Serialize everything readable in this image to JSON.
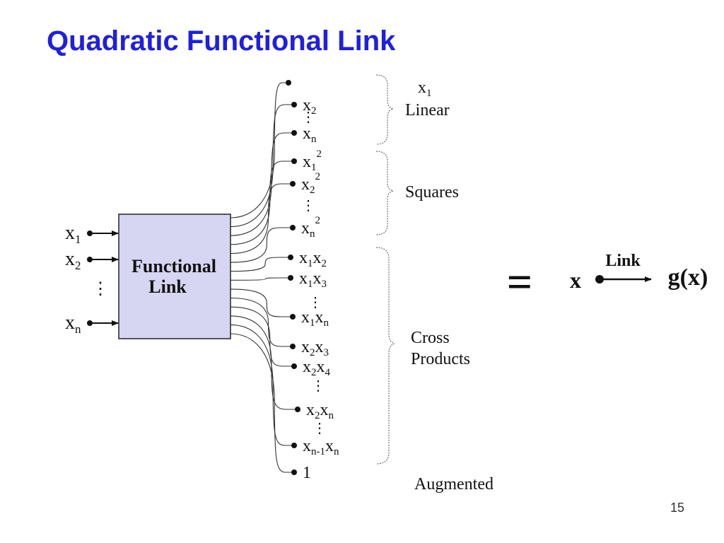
{
  "title": "Quadratic Functional Link",
  "page_number": "15",
  "box_label": [
    "Functional",
    "Link"
  ],
  "inputs": [
    {
      "base": "x",
      "sub": "1"
    },
    {
      "base": "x",
      "sub": "2"
    },
    {
      "base": "x",
      "sub": "n"
    }
  ],
  "input_ellipsis": "⋮",
  "outputs": [
    {
      "parts": [
        {
          "t": "",
          "k": "n"
        }
      ]
    },
    {
      "parts": [
        {
          "t": "x",
          "k": "n"
        },
        {
          "t": "2",
          "k": "sub"
        }
      ]
    },
    {
      "parts": [
        {
          "t": "x",
          "k": "n"
        },
        {
          "t": "n",
          "k": "sub"
        }
      ]
    },
    {
      "parts": [
        {
          "t": "x",
          "k": "n"
        },
        {
          "t": "1",
          "k": "sub"
        },
        {
          "t": "2",
          "k": "sup"
        }
      ]
    },
    {
      "parts": [
        {
          "t": "x",
          "k": "n"
        },
        {
          "t": "2",
          "k": "sub"
        },
        {
          "t": "2",
          "k": "sup"
        }
      ]
    },
    {
      "parts": [
        {
          "t": "x",
          "k": "n"
        },
        {
          "t": "n",
          "k": "sub"
        },
        {
          "t": "2",
          "k": "sup"
        }
      ]
    },
    {
      "parts": [
        {
          "t": "x",
          "k": "n"
        },
        {
          "t": "1",
          "k": "sub"
        },
        {
          "t": "x",
          "k": "n"
        },
        {
          "t": "2",
          "k": "sub"
        }
      ]
    },
    {
      "parts": [
        {
          "t": "x",
          "k": "n"
        },
        {
          "t": "1",
          "k": "sub"
        },
        {
          "t": "x",
          "k": "n"
        },
        {
          "t": "3",
          "k": "sub"
        }
      ]
    },
    {
      "parts": [
        {
          "t": "x",
          "k": "n"
        },
        {
          "t": "1",
          "k": "sub"
        },
        {
          "t": "x",
          "k": "n"
        },
        {
          "t": "n",
          "k": "sub"
        }
      ]
    },
    {
      "parts": [
        {
          "t": "x",
          "k": "n"
        },
        {
          "t": "2",
          "k": "sub"
        },
        {
          "t": "x",
          "k": "n"
        },
        {
          "t": "3",
          "k": "sub"
        }
      ]
    },
    {
      "parts": [
        {
          "t": "x",
          "k": "n"
        },
        {
          "t": "2",
          "k": "sub"
        },
        {
          "t": "x",
          "k": "n"
        },
        {
          "t": "4",
          "k": "sub"
        }
      ]
    },
    {
      "parts": [
        {
          "t": "x",
          "k": "n"
        },
        {
          "t": "2",
          "k": "sub"
        },
        {
          "t": "x",
          "k": "n"
        },
        {
          "t": "n",
          "k": "sub"
        }
      ]
    },
    {
      "parts": [
        {
          "t": "x",
          "k": "n"
        },
        {
          "t": "n-1",
          "k": "sub"
        },
        {
          "t": "x",
          "k": "n"
        },
        {
          "t": "n",
          "k": "sub"
        }
      ]
    },
    {
      "parts": [
        {
          "t": "1",
          "k": "n"
        }
      ]
    }
  ],
  "output_ellipsis": "⋮",
  "groups": {
    "linear_x1": {
      "base": "x",
      "sub": "1"
    },
    "linear": "Linear",
    "squares": "Squares",
    "cross": [
      "Cross",
      "Products"
    ],
    "augmented": "Augmented"
  },
  "equivalence": {
    "equals": "=",
    "input": "x",
    "link_label": "Link",
    "output": "g(x)"
  }
}
